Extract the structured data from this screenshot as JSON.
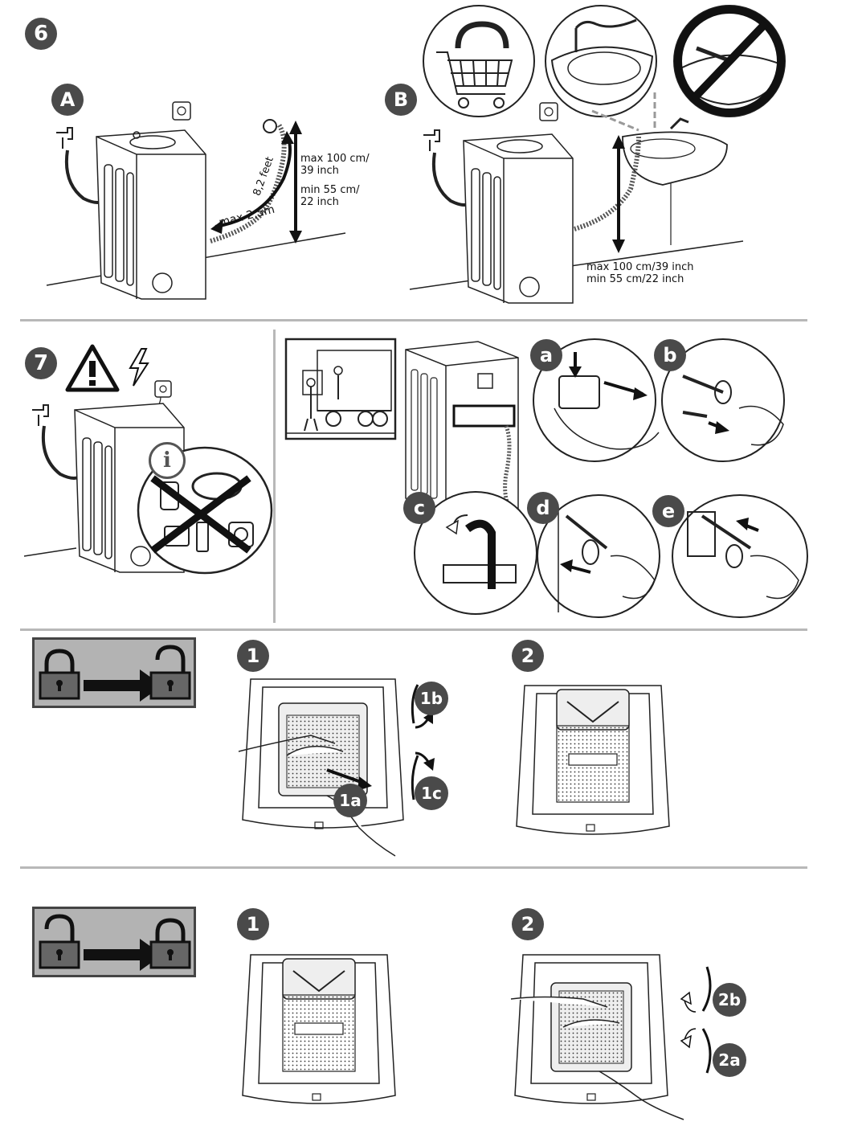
{
  "steps": {
    "step6": "6",
    "step7": "7"
  },
  "section6": {
    "panel_a": {
      "badge": "A",
      "hose_length": "max 2,5m",
      "hose_feet": "8,2 feet",
      "height_max_line1": "max 100 cm/",
      "height_max_line2": "39 inch",
      "height_min_line1": "min 55 cm/",
      "height_min_line2": "22 inch"
    },
    "panel_b": {
      "badge": "B",
      "height_max": "max 100 cm/39 inch",
      "height_min": "min 55 cm/22 inch"
    }
  },
  "section7": {
    "info_symbol": "i",
    "transport_steps": [
      "a",
      "b",
      "c",
      "d",
      "e"
    ]
  },
  "unlock_section": {
    "step1": "1",
    "step2": "2",
    "sub_1a": "1a",
    "sub_1b": "1b",
    "sub_1c": "1c"
  },
  "lock_section": {
    "step1": "1",
    "step2": "2",
    "sub_2a": "2a",
    "sub_2b": "2b"
  },
  "colors": {
    "badge": "#4a4a4a",
    "rule": "#b8b8b8",
    "lockbox_bg": "#b3b3b3",
    "line": "#222222"
  }
}
